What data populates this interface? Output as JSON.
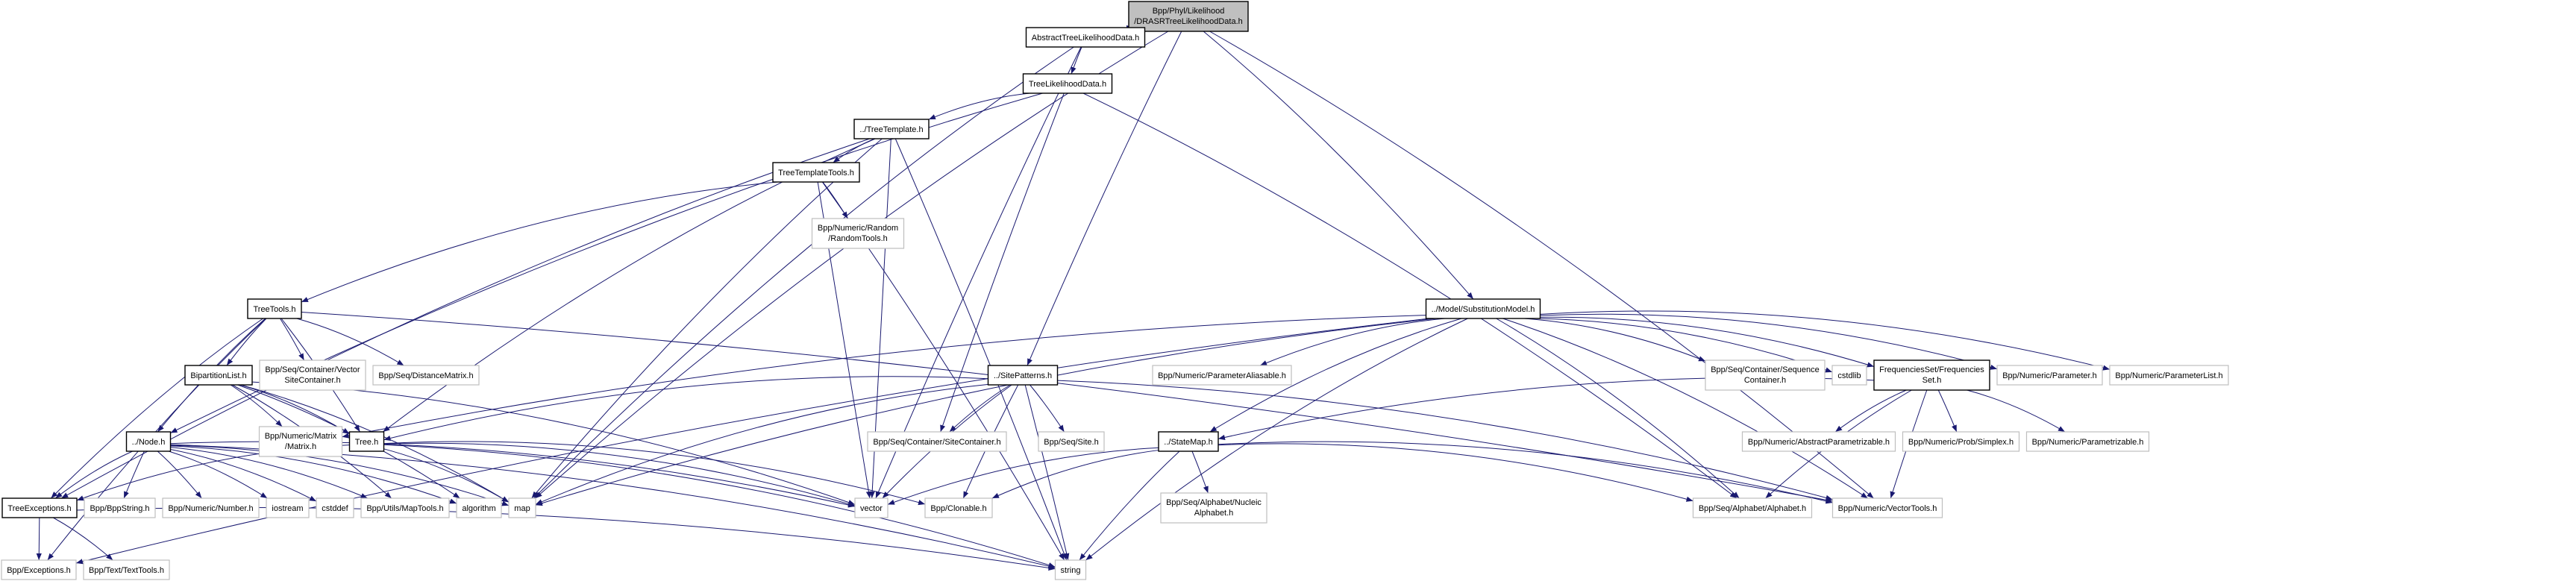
{
  "graph": {
    "edge_color": "#191970",
    "root_fill": "#bfbfbf",
    "external_border": "#bfbfbf",
    "nodes": [
      {
        "id": "root",
        "lines": [
          "Bpp/Phyl/Likelihood",
          "/DRASRTreeLikelihoodData.h"
        ],
        "kind": "root"
      },
      {
        "id": "atld",
        "lines": [
          "AbstractTreeLikelihoodData.h"
        ],
        "kind": "local"
      },
      {
        "id": "tld",
        "lines": [
          "TreeLikelihoodData.h"
        ],
        "kind": "local"
      },
      {
        "id": "tt",
        "lines": [
          "../TreeTemplate.h"
        ],
        "kind": "local"
      },
      {
        "id": "ttt",
        "lines": [
          "TreeTemplateTools.h"
        ],
        "kind": "local"
      },
      {
        "id": "rand",
        "lines": [
          "Bpp/Numeric/Random",
          "/RandomTools.h"
        ],
        "kind": "external"
      },
      {
        "id": "treetools",
        "lines": [
          "TreeTools.h"
        ],
        "kind": "local"
      },
      {
        "id": "bip",
        "lines": [
          "BipartitionList.h"
        ],
        "kind": "local"
      },
      {
        "id": "vsc",
        "lines": [
          "Bpp/Seq/Container/Vector",
          "SiteContainer.h"
        ],
        "kind": "external"
      },
      {
        "id": "dm",
        "lines": [
          "Bpp/Seq/DistanceMatrix.h"
        ],
        "kind": "external"
      },
      {
        "id": "node",
        "lines": [
          "../Node.h"
        ],
        "kind": "local"
      },
      {
        "id": "matrix",
        "lines": [
          "Bpp/Numeric/Matrix",
          "/Matrix.h"
        ],
        "kind": "external"
      },
      {
        "id": "tree",
        "lines": [
          "Tree.h"
        ],
        "kind": "local"
      },
      {
        "id": "texc",
        "lines": [
          "TreeExceptions.h"
        ],
        "kind": "local"
      },
      {
        "id": "bppstr",
        "lines": [
          "Bpp/BppString.h"
        ],
        "kind": "external"
      },
      {
        "id": "number",
        "lines": [
          "Bpp/Numeric/Number.h"
        ],
        "kind": "external"
      },
      {
        "id": "iostream",
        "lines": [
          "iostream"
        ],
        "kind": "external"
      },
      {
        "id": "cstddef",
        "lines": [
          "cstddef"
        ],
        "kind": "external"
      },
      {
        "id": "maptools",
        "lines": [
          "Bpp/Utils/MapTools.h"
        ],
        "kind": "external"
      },
      {
        "id": "algorithm",
        "lines": [
          "algorithm"
        ],
        "kind": "external"
      },
      {
        "id": "map",
        "lines": [
          "map"
        ],
        "kind": "external"
      },
      {
        "id": "exc",
        "lines": [
          "Bpp/Exceptions.h"
        ],
        "kind": "external"
      },
      {
        "id": "texttools",
        "lines": [
          "Bpp/Text/TextTools.h"
        ],
        "kind": "external"
      },
      {
        "id": "vector",
        "lines": [
          "vector"
        ],
        "kind": "external"
      },
      {
        "id": "clonable",
        "lines": [
          "Bpp/Clonable.h"
        ],
        "kind": "external"
      },
      {
        "id": "string",
        "lines": [
          "string"
        ],
        "kind": "external"
      },
      {
        "id": "sp",
        "lines": [
          "../SitePatterns.h"
        ],
        "kind": "local"
      },
      {
        "id": "sc",
        "lines": [
          "Bpp/Seq/Container/SiteContainer.h"
        ],
        "kind": "external"
      },
      {
        "id": "site",
        "lines": [
          "Bpp/Seq/Site.h"
        ],
        "kind": "external"
      },
      {
        "id": "statemap",
        "lines": [
          "../StateMap.h"
        ],
        "kind": "local"
      },
      {
        "id": "nucalpha",
        "lines": [
          "Bpp/Seq/Alphabet/Nucleic",
          "Alphabet.h"
        ],
        "kind": "external"
      },
      {
        "id": "subst",
        "lines": [
          "../Model/SubstitutionModel.h"
        ],
        "kind": "local"
      },
      {
        "id": "palias",
        "lines": [
          "Bpp/Numeric/ParameterAliasable.h"
        ],
        "kind": "external"
      },
      {
        "id": "seqc",
        "lines": [
          "Bpp/Seq/Container/Sequence",
          "Container.h"
        ],
        "kind": "external"
      },
      {
        "id": "cstdlib",
        "lines": [
          "cstdlib"
        ],
        "kind": "external"
      },
      {
        "id": "freq",
        "lines": [
          "FrequenciesSet/Frequencies",
          "Set.h"
        ],
        "kind": "local"
      },
      {
        "id": "param",
        "lines": [
          "Bpp/Numeric/Parameter.h"
        ],
        "kind": "external"
      },
      {
        "id": "plist",
        "lines": [
          "Bpp/Numeric/ParameterList.h"
        ],
        "kind": "external"
      },
      {
        "id": "absparam",
        "lines": [
          "Bpp/Numeric/AbstractParametrizable.h"
        ],
        "kind": "external"
      },
      {
        "id": "simplex",
        "lines": [
          "Bpp/Numeric/Prob/Simplex.h"
        ],
        "kind": "external"
      },
      {
        "id": "parametrizable",
        "lines": [
          "Bpp/Numeric/Parametrizable.h"
        ],
        "kind": "external"
      },
      {
        "id": "alphabet",
        "lines": [
          "Bpp/Seq/Alphabet/Alphabet.h"
        ],
        "kind": "external"
      },
      {
        "id": "vectortools",
        "lines": [
          "Bpp/Numeric/VectorTools.h"
        ],
        "kind": "external"
      }
    ],
    "edges": [
      [
        "root",
        "atld"
      ],
      [
        "root",
        "sp"
      ],
      [
        "root",
        "subst"
      ],
      [
        "root",
        "map"
      ],
      [
        "root",
        "vectortools"
      ],
      [
        "atld",
        "tld"
      ],
      [
        "atld",
        "vector"
      ],
      [
        "atld",
        "map"
      ],
      [
        "tld",
        "tt"
      ],
      [
        "tld",
        "node"
      ],
      [
        "tld",
        "sc"
      ],
      [
        "tld",
        "alphabet"
      ],
      [
        "tt",
        "ttt"
      ],
      [
        "tt",
        "texc"
      ],
      [
        "tt",
        "tree"
      ],
      [
        "tt",
        "vector"
      ],
      [
        "tt",
        "string"
      ],
      [
        "tt",
        "map"
      ],
      [
        "ttt",
        "treetools"
      ],
      [
        "ttt",
        "rand"
      ],
      [
        "ttt",
        "vector"
      ],
      [
        "ttt",
        "string"
      ],
      [
        "treetools",
        "bip"
      ],
      [
        "treetools",
        "vsc"
      ],
      [
        "treetools",
        "dm"
      ],
      [
        "treetools",
        "node"
      ],
      [
        "treetools",
        "texc"
      ],
      [
        "treetools",
        "exc"
      ],
      [
        "treetools",
        "tree"
      ],
      [
        "treetools",
        "vectortools"
      ],
      [
        "bip",
        "matrix"
      ],
      [
        "bip",
        "tree"
      ],
      [
        "bip",
        "maptools"
      ],
      [
        "bip",
        "algorithm"
      ],
      [
        "bip",
        "map"
      ],
      [
        "bip",
        "vector"
      ],
      [
        "node",
        "texc"
      ],
      [
        "node",
        "bppstr"
      ],
      [
        "node",
        "number"
      ],
      [
        "node",
        "iostream"
      ],
      [
        "node",
        "cstddef"
      ],
      [
        "node",
        "maptools"
      ],
      [
        "node",
        "algorithm"
      ],
      [
        "node",
        "map"
      ],
      [
        "node",
        "vector"
      ],
      [
        "node",
        "string"
      ],
      [
        "tree",
        "texc"
      ],
      [
        "tree",
        "map"
      ],
      [
        "tree",
        "vector"
      ],
      [
        "tree",
        "string"
      ],
      [
        "tree",
        "clonable"
      ],
      [
        "texc",
        "exc"
      ],
      [
        "texc",
        "texttools"
      ],
      [
        "texc",
        "string"
      ],
      [
        "sp",
        "sc"
      ],
      [
        "sp",
        "site"
      ],
      [
        "sp",
        "tree"
      ],
      [
        "sp",
        "map"
      ],
      [
        "sp",
        "vector"
      ],
      [
        "sp",
        "clonable"
      ],
      [
        "sp",
        "string"
      ],
      [
        "sp",
        "vectortools"
      ],
      [
        "statemap",
        "nucalpha"
      ],
      [
        "statemap",
        "alphabet"
      ],
      [
        "statemap",
        "vector"
      ],
      [
        "statemap",
        "clonable"
      ],
      [
        "statemap",
        "string"
      ],
      [
        "statemap",
        "vectortools"
      ],
      [
        "subst",
        "palias"
      ],
      [
        "subst",
        "seqc"
      ],
      [
        "subst",
        "cstdlib"
      ],
      [
        "subst",
        "freq"
      ],
      [
        "subst",
        "param"
      ],
      [
        "subst",
        "plist"
      ],
      [
        "subst",
        "statemap"
      ],
      [
        "subst",
        "matrix"
      ],
      [
        "subst",
        "alphabet"
      ],
      [
        "subst",
        "vectortools"
      ],
      [
        "subst",
        "string"
      ],
      [
        "subst",
        "exc"
      ],
      [
        "subst",
        "map"
      ],
      [
        "freq",
        "absparam"
      ],
      [
        "freq",
        "simplex"
      ],
      [
        "freq",
        "parametrizable"
      ],
      [
        "freq",
        "vectortools"
      ],
      [
        "freq",
        "alphabet"
      ],
      [
        "freq",
        "statemap"
      ]
    ]
  }
}
